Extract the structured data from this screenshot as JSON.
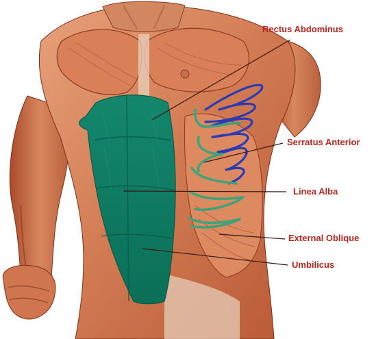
{
  "diagram": {
    "labels": {
      "rectus_abdominus": "Rectus Abdominus",
      "serratus_anterior": "Serratus Anterior",
      "linea_alba": "Linea Alba",
      "external_oblique": "External Oblique",
      "umbilicus": "Umbilicus"
    },
    "colors": {
      "label_text": "#b8261f",
      "leader_line": "#3a1412",
      "rectus_highlight": "#0f8a6e",
      "serratus_scribble": "#2c3bb5",
      "oblique_scribble": "#3fa37a",
      "muscle_base": "#d9855d",
      "muscle_dark": "#a54a2a",
      "tendon": "#e6cdb8"
    }
  }
}
